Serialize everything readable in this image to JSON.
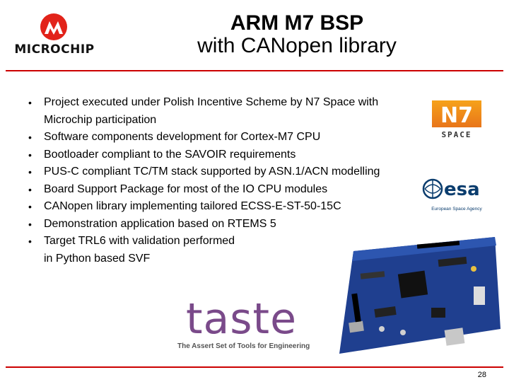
{
  "header": {
    "title_line1": "ARM M7 BSP",
    "title_line2": "with CANopen library",
    "logo_text": "MICROCHIP",
    "rule_color": "#cc0000"
  },
  "bullets": [
    "Project executed under Polish Incentive Scheme by N7 Space with Microchip participation",
    "Software components development for Cortex-M7 CPU",
    "Bootloader compliant to the SAVOIR requirements",
    "PUS-C compliant TC/TM stack supported by ASN.1/ACN modelling",
    "Board Support Package for most of the IO CPU modules",
    "CANopen library implementing tailored ECSS-E-ST-50-15C",
    "Demonstration application based on RTEMS 5",
    "Target TRL6 with validation performed",
    "in Python based SVF"
  ],
  "logos": {
    "n7_text": "N7",
    "n7_sub": "SPACE",
    "esa_text": "esa",
    "esa_sub": "European Space Agency",
    "taste_text": "taste",
    "taste_tagline": "The Assert Set of Tools for Engineering"
  },
  "footer": {
    "page_number": "28"
  }
}
